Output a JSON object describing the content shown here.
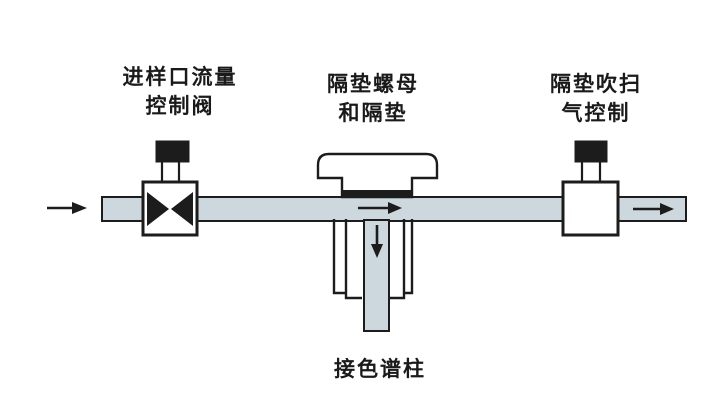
{
  "diagram": {
    "type": "schematic",
    "subject": "gc-inlet-septum-purge-assembly",
    "labels": {
      "inlet_flow_valve": {
        "line1": "进样口流量",
        "line2": "控制阀"
      },
      "septum_nut": {
        "line1": "隔垫螺母",
        "line2": "和隔垫"
      },
      "septum_purge": {
        "line1": "隔垫吹扫",
        "line2": "气控制"
      },
      "column": {
        "line1": "接色谱柱"
      }
    },
    "flow_arrows": [
      "inlet-arrow",
      "pipe-flow-arrow",
      "column-down-arrow",
      "outlet-arrow"
    ],
    "colors": {
      "pipe_fill": "#ccd8dd",
      "outline": "#1c1c1c",
      "background": "#ffffff",
      "text": "#1a1a1a",
      "valve_fill": "#ffffff"
    }
  }
}
